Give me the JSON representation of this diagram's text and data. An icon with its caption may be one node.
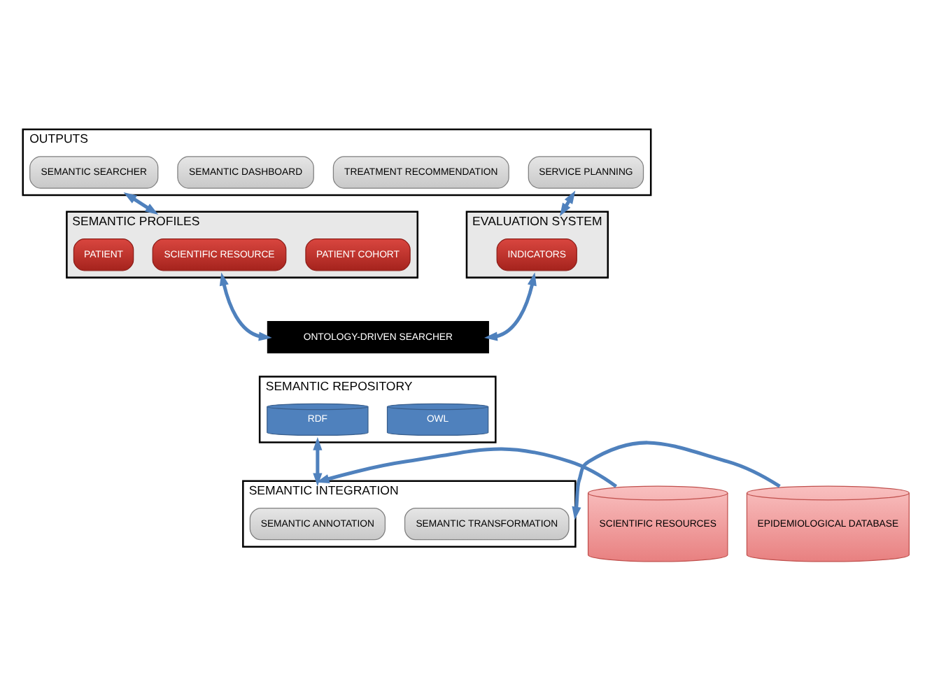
{
  "diagram": {
    "nodes": [
      {
        "text": [
          "OUTPUTS"
        ]
      },
      {
        "text": [
          "SEMANTIC SEARCHER"
        ],
        "in": 0
      },
      {
        "text": [
          "SEMANTIC DASHBOARD"
        ],
        "in": 0
      },
      {
        "text": [
          "TREATMENT RECOMMENDATION"
        ],
        "in": 0
      },
      {
        "text": [
          "SERVICE PLANNING"
        ],
        "in": 0
      },
      {
        "text": [
          "SEMANTIC PROFILES"
        ]
      },
      {
        "text": [
          "PATIENT"
        ],
        "in": 5
      },
      {
        "text": [
          "SCIENTIFIC RESOURCE"
        ],
        "in": 5
      },
      {
        "text": [
          "PATIENT COHORT"
        ],
        "in": 5
      },
      {
        "text": [
          "EVALUATION SYSTEM"
        ]
      },
      {
        "text": [
          "INDICATORS"
        ],
        "in": 9
      },
      {
        "text": [
          "ONTOLOGY-DRIVEN SEARCHER"
        ]
      },
      {
        "text": [
          "SEMANTIC REPOSITORY"
        ]
      },
      {
        "text": [
          "RDF"
        ],
        "in": 12
      },
      {
        "text": [
          "OWL"
        ],
        "in": 12
      },
      {
        "text": [
          "SEMANTIC INTEGRATION"
        ]
      },
      {
        "text": [
          "SEMANTIC ANNOTATION"
        ],
        "in": 15
      },
      {
        "text": [
          "SEMANTIC TRANSFORMATION"
        ],
        "in": 15
      },
      {
        "text": [
          "SCIENTIFIC RESOURCES"
        ]
      },
      {
        "text": [
          "EPIDEMIOLOGICAL DATABASE"
        ]
      }
    ],
    "edges": [
      {
        "from": 0,
        "to": 5,
        "arrow": "both"
      },
      {
        "from": 0,
        "to": 9,
        "arrow": "both"
      },
      {
        "from": 5,
        "to": 11,
        "arrow": "both"
      },
      {
        "from": 9,
        "to": 11,
        "arrow": "both"
      },
      {
        "from": 12,
        "to": 15,
        "arrow": "both"
      },
      {
        "from": 18,
        "to": 15,
        "arrow": "to"
      },
      {
        "from": 19,
        "to": 15,
        "arrow": "to"
      }
    ]
  }
}
